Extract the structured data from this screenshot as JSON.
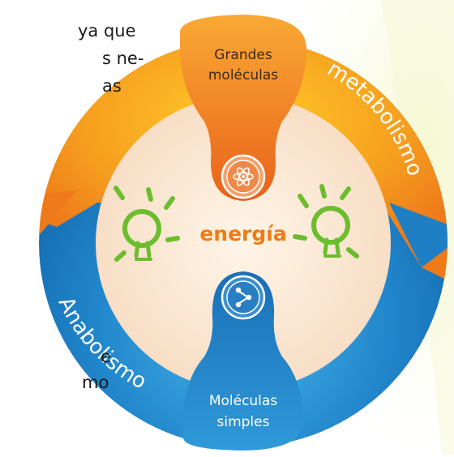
{
  "page_text": {
    "line1": "ya que",
    "line2": "s ne-",
    "line3": "as",
    "line4": "e",
    "line5": "mo"
  },
  "diagram": {
    "top_label": "Grandes\nmoléculas",
    "top_label_l1": "Grandes",
    "top_label_l2": "moléculas",
    "bottom_label_l1": "Moléculas",
    "bottom_label_l2": "simples",
    "ring_top_text": "metabolismo",
    "ring_bottom_text": "Anabolismo",
    "center_text": "energía",
    "top_icon": "atom-icon",
    "bottom_icon": "share-nodes-icon",
    "side_icons": [
      "lightbulb-icon",
      "lightbulb-icon"
    ],
    "colors": {
      "orange": "#f39a1e",
      "orange_dark": "#e5641a",
      "blue": "#1f7fc5",
      "blue_dark": "#0f5fa0",
      "center": "#f9e6d3",
      "green": "#6cbd2e",
      "energy_text": "#f07b14"
    }
  }
}
